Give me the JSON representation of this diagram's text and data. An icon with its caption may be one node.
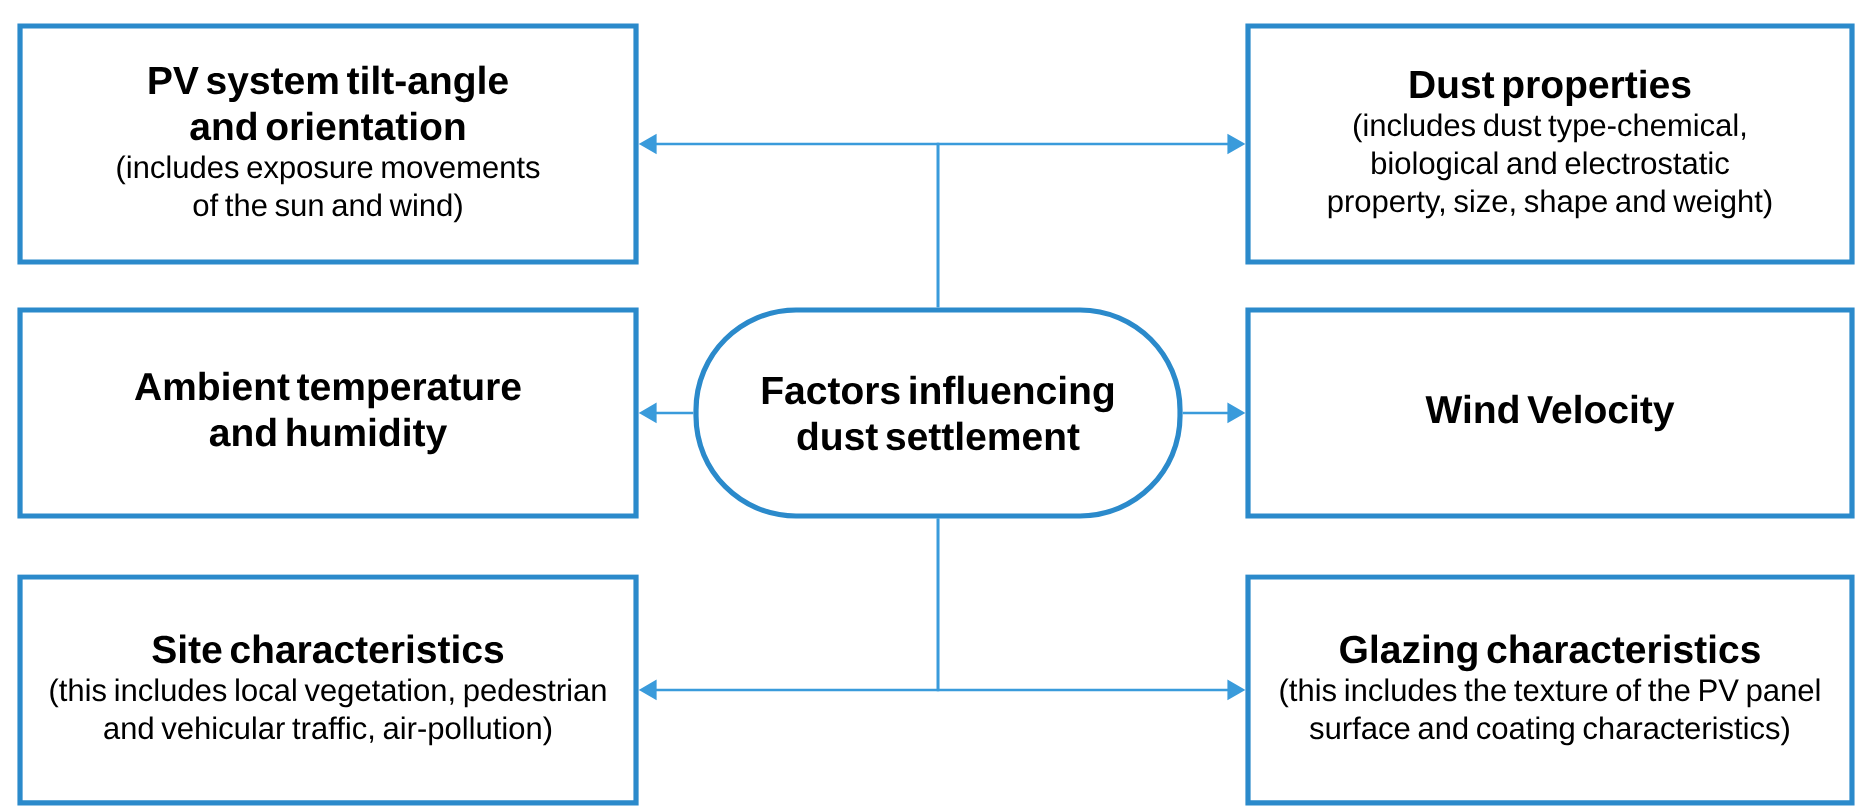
{
  "diagram": {
    "nodes": [
      {
        "text": [
          "PV system tilt-angle and orientation",
          "(includes exposure movements of the sun and wind)"
        ]
      },
      {
        "text": [
          "Dust properties",
          "(includes dust type-chemical, biological and electrostatic property, size, shape and weight)"
        ]
      },
      {
        "text": [
          "Ambient temperature and humidity"
        ]
      },
      {
        "text": [
          "Factors influencing dust settlement"
        ]
      },
      {
        "text": [
          "Wind Velocity"
        ]
      },
      {
        "text": [
          "Site characteristics",
          "(this includes local vegetation, pedestrian and vehicular traffic, air-pollution)"
        ]
      },
      {
        "text": [
          "Glazing characteristics",
          "(this includes the texture of the PV panel surface and coating characteristics)"
        ]
      }
    ],
    "edges": [
      {
        "from": 3,
        "to": 0,
        "arrow": "to"
      },
      {
        "from": 3,
        "to": 1,
        "arrow": "to"
      },
      {
        "from": 3,
        "to": 2,
        "arrow": "to"
      },
      {
        "from": 3,
        "to": 4,
        "arrow": "to"
      },
      {
        "from": 3,
        "to": 5,
        "arrow": "to"
      },
      {
        "from": 3,
        "to": 6,
        "arrow": "to"
      }
    ]
  }
}
